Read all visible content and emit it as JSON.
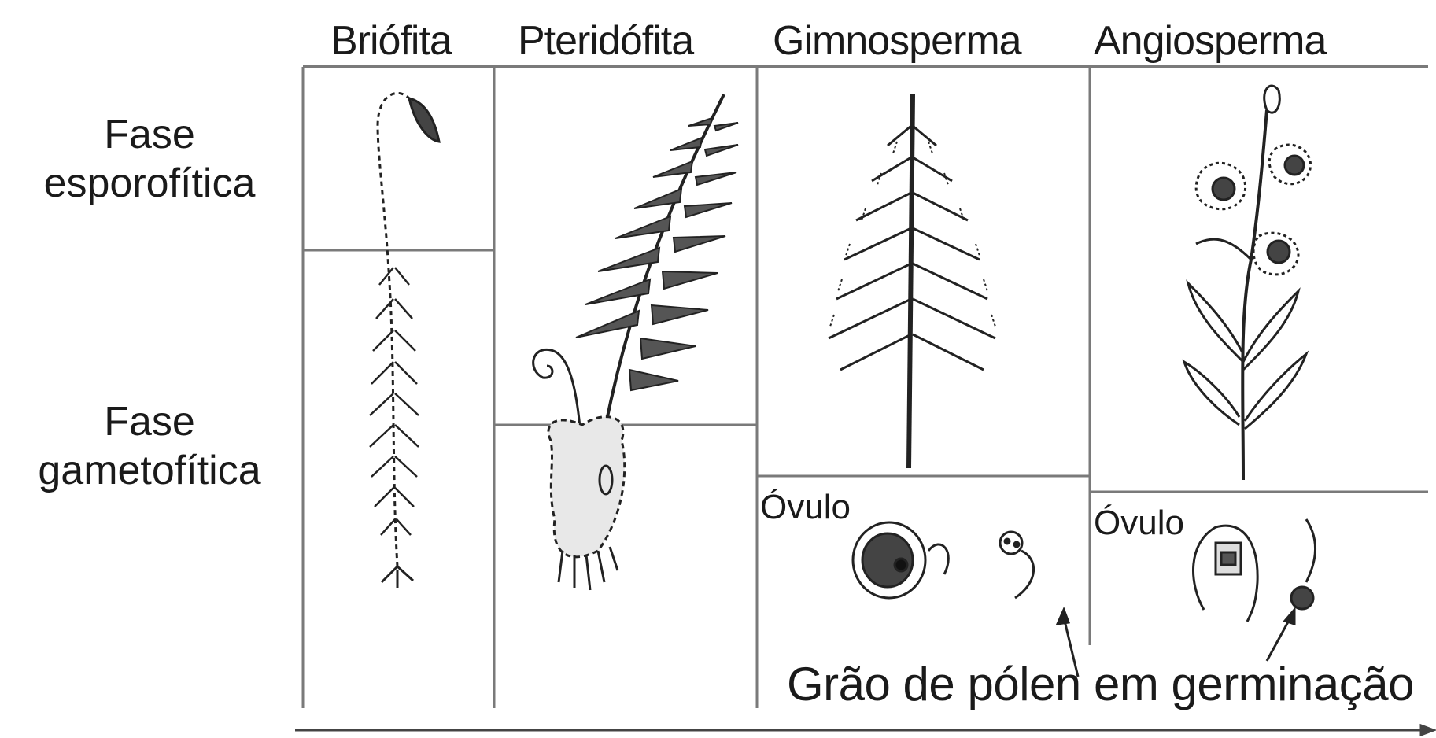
{
  "columns": [
    {
      "label": "Briófita"
    },
    {
      "label": "Pteridófita"
    },
    {
      "label": "Gimnosperma"
    },
    {
      "label": "Angiosperma"
    }
  ],
  "rows": [
    {
      "label_line1": "Fase",
      "label_line2": "esporofítica"
    },
    {
      "label_line1": "Fase",
      "label_line2": "gametofítica"
    }
  ],
  "ovule_labels": [
    "Óvulo",
    "Óvulo"
  ],
  "caption": "Grão de pólen em germinação"
}
